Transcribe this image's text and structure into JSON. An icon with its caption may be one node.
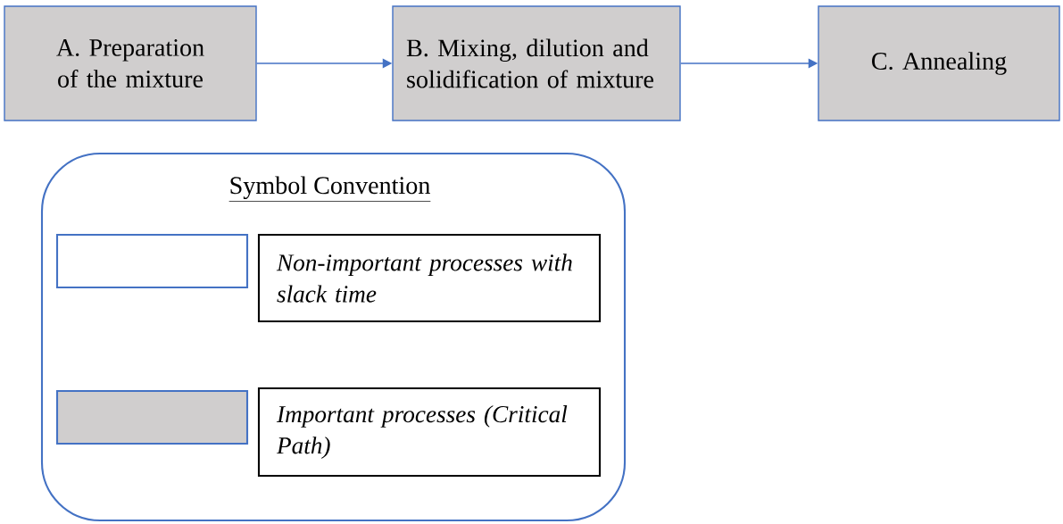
{
  "diagram": {
    "nodes": [
      {
        "text": [
          "A. Preparation of the mixture"
        ]
      },
      {
        "text": [
          "B. Mixing, dilution and solidification of mixture"
        ]
      },
      {
        "text": [
          "C. Annealing"
        ]
      },
      {
        "text": [
          "Symbol Convention"
        ]
      },
      {
        "text": [],
        "shape": "box",
        "in": 3
      },
      {
        "text": [
          "Non-important processes with slack time"
        ],
        "in": 3
      },
      {
        "text": [],
        "shape": "box",
        "in": 3
      },
      {
        "text": [
          "Important processes (Critical Path)"
        ],
        "in": 3
      }
    ],
    "edges": [
      {
        "from": 0,
        "to": 1,
        "arrow": "to"
      },
      {
        "from": 1,
        "to": 2,
        "arrow": "to"
      }
    ]
  }
}
